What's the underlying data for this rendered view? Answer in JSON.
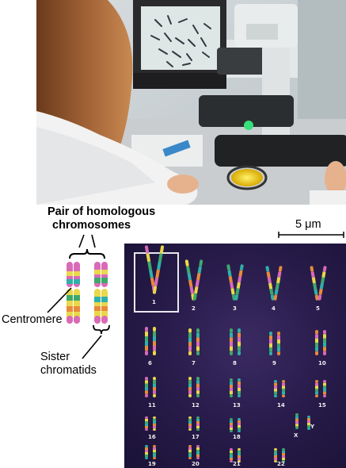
{
  "labels": {
    "pair_line1": "Pair of homologous",
    "pair_line2": "chromosomes",
    "centromere": "Centromere",
    "sister_line1": "Sister",
    "sister_line2": "chromatids",
    "scale": "5 μm"
  },
  "karyotype": {
    "chromosome_numbers": [
      "1",
      "2",
      "3",
      "4",
      "5",
      "6",
      "7",
      "8",
      "9",
      "10",
      "11",
      "12",
      "13",
      "14",
      "15",
      "16",
      "17",
      "18",
      "19",
      "20",
      "21",
      "22",
      "X",
      "Y"
    ]
  },
  "colors": {
    "karyotype_background": "#261a48",
    "band_pink": "#d86ab8",
    "band_yellow": "#e8d84a",
    "band_green": "#3fa86a",
    "band_teal": "#2fb0a8",
    "band_orange": "#e88a3a"
  }
}
